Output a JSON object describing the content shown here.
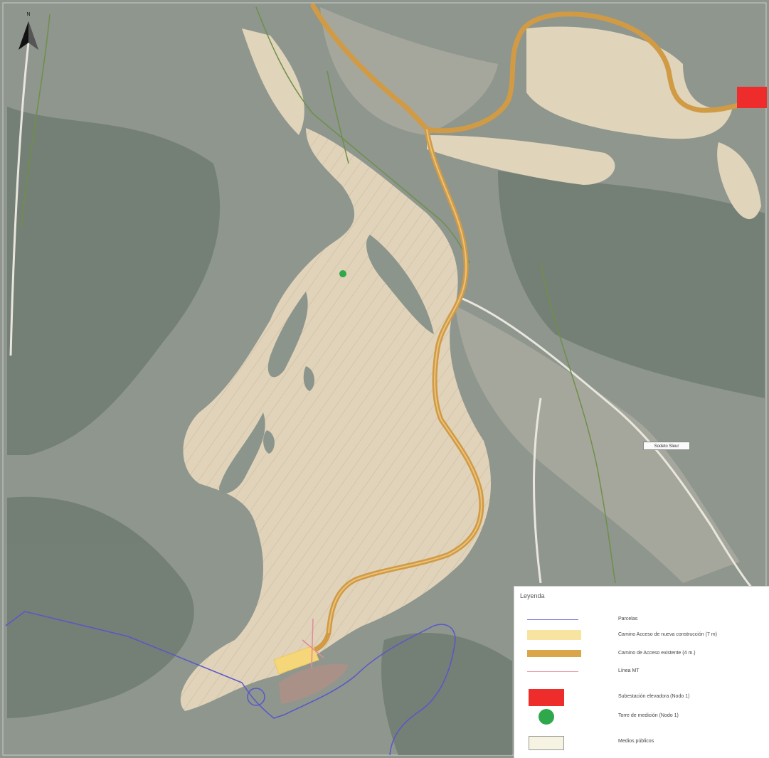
{
  "map": {
    "north_arrow_label": "N",
    "road_label": "Sodeto Sleur"
  },
  "legend": {
    "title": "Leyenda",
    "items": [
      {
        "label": "Parcelas",
        "symbol": "line",
        "color": "#6a6ad6"
      },
      {
        "label": "Camino Acceso de nueva construcción (7 m)",
        "symbol": "band",
        "color": "#f7e4a0"
      },
      {
        "label": "Camino de Acceso existente (4 m.)",
        "symbol": "band",
        "color": "#d9a64a"
      },
      {
        "label": "Línea MT",
        "symbol": "line",
        "color": "#e49aa8"
      },
      {
        "label": "Subestación elevadora (Nodo 1)",
        "symbol": "rect",
        "color": "#ee2c2c"
      },
      {
        "label": "Torre de medición (Nodo 1)",
        "symbol": "circle",
        "color": "#2ea84a"
      },
      {
        "label": "Medios públicos",
        "symbol": "box",
        "color": "#f6f3e2"
      }
    ]
  },
  "colors": {
    "terrain": "#8e968e",
    "forest": "#6f7a70",
    "field": "#e2d6bd",
    "existing_road": "#d19a45",
    "new_road": "#f5d678",
    "parcel_line": "#5a57c8",
    "mt_line": "#e08c9e",
    "substation": "#ee2c2c",
    "tower": "#2ea84a",
    "track": "#e9e6de",
    "green_line": "#6f8f48"
  }
}
